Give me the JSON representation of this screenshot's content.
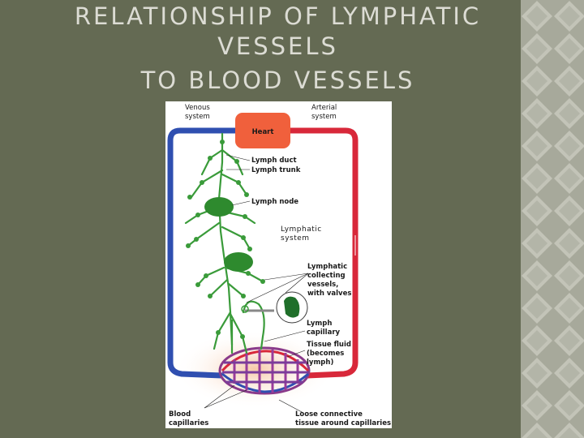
{
  "slide": {
    "title_lines": [
      "RELATIONSHIP OF LYMPHATIC",
      "VESSELS",
      "TO BLOOD VESSELS"
    ]
  },
  "figure": {
    "labels": {
      "venous": [
        "Venous",
        "system"
      ],
      "arterial": [
        "Arterial",
        "system"
      ],
      "heart": "Heart",
      "lymph_duct": "Lymph duct",
      "lymph_trunk": "Lymph trunk",
      "lymph_node": "Lymph node",
      "lymphatic_system": [
        "Lymphatic",
        "system"
      ],
      "collecting": [
        "Lymphatic",
        "collecting",
        "vessels,",
        "with valves"
      ],
      "lymph_capillary": [
        "Lymph",
        "capillary"
      ],
      "tissue_fluid": [
        "Tissue fluid",
        "(becomes",
        "lymph)"
      ],
      "blood_capillaries": [
        "Blood",
        "capillaries"
      ],
      "loose_connective": [
        "Loose connective",
        "tissue around capillaries"
      ]
    }
  },
  "colors": {
    "background": "#646a53",
    "title": "#dcdcd4",
    "venous_blue": "#2f4fb0",
    "arterial_red": "#d8283a",
    "heart": "#f0603c",
    "lymph_green": "#3a9b3a"
  }
}
